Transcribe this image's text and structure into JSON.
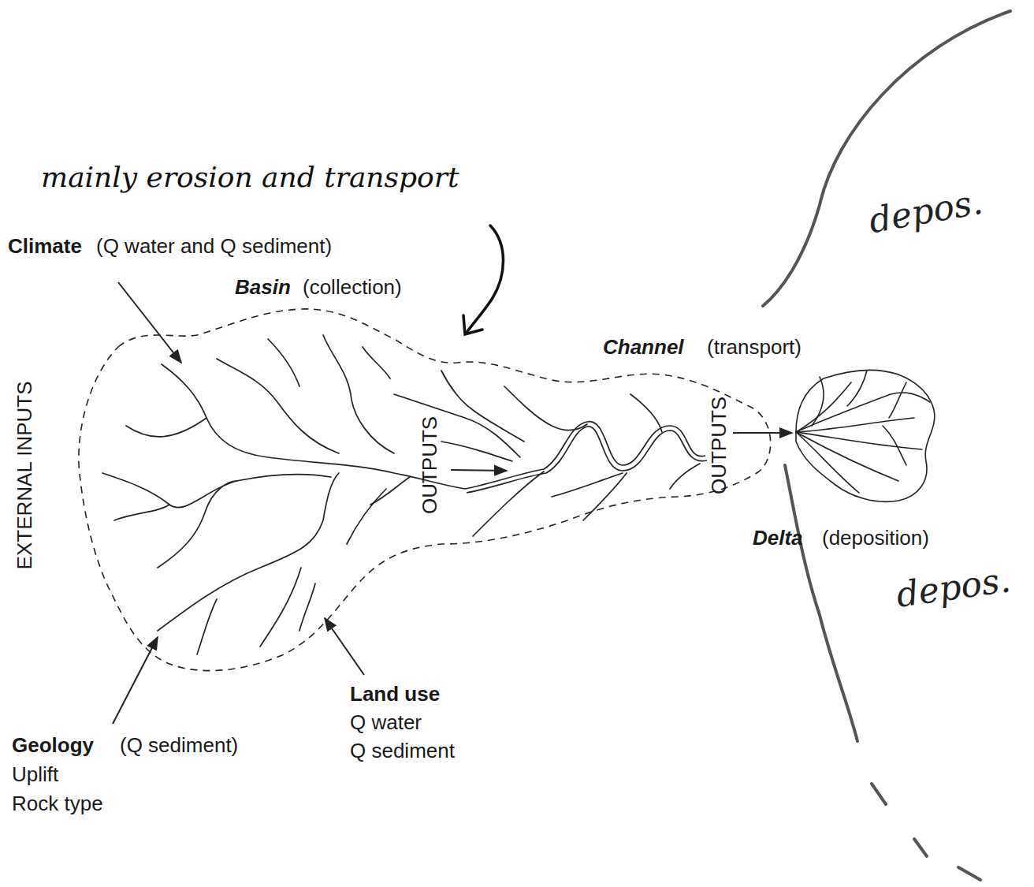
{
  "diagram": {
    "labels": [
      "mainly erosion and transport",
      "Climate",
      "(Q water and Q sediment)",
      "Basin",
      "(collection)",
      "Channel",
      "(transport)",
      "EXTERNAL INPUTS",
      "OUTPUTS",
      "OUTPUTS",
      "Delta",
      "(deposition)",
      "depos.",
      "depos.",
      "Geology",
      "(Q sediment)",
      "Uplift",
      "Rock type",
      "Land use",
      "Q water",
      "Q sediment"
    ]
  }
}
